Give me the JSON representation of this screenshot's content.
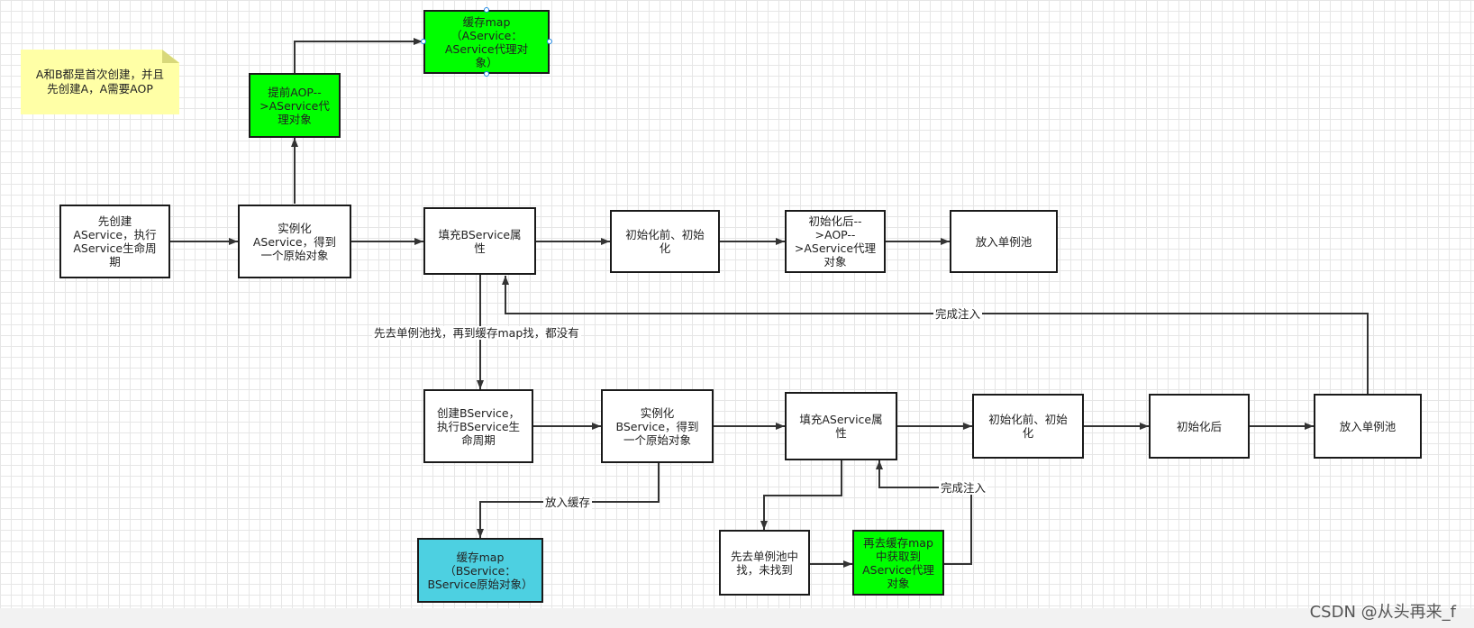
{
  "note": {
    "text": "A和B都是首次创建，并且\n先创建A，A需要AOP"
  },
  "nodes": {
    "create_a": "先创建\nAService，执行\nAService生命周\n期",
    "instantiate_a": "实例化\nAService，得到\n一个原始对象",
    "early_aop": "提前AOP--\n>AService代\n理对象",
    "cache_map_a": "缓存map\n（AService：\nAService代理对\n象）",
    "fill_b_prop": "填充BService属\n性",
    "a_pre_init": "初始化前、初始\n化",
    "a_post_init": "初始化后--\n>AOP--\n>AService代理\n对象",
    "a_singleton": "放入单例池",
    "create_b": "创建BService，\n执行BService生\n命周期",
    "instantiate_b": "实例化\nBService，得到\n一个原始对象",
    "fill_a_prop": "填充AService属\n性",
    "b_pre_init": "初始化前、初始\n化",
    "b_post_init": "初始化后",
    "b_singleton": "放入单例池",
    "cache_map_b": "缓存map\n（BService：\nBService原始对象）",
    "search_singleton": "先去单例池中\n找，未找到",
    "get_from_cache": "再去缓存map\n中获取到\nAService代理\n对象"
  },
  "edge_labels": {
    "search_all": "先去单例池找，再到缓存map找，都没有",
    "inject_done_top": "完成注入",
    "put_cache": "放入缓存",
    "inject_done_bottom": "完成注入"
  },
  "watermark": "CSDN @从头再来_f"
}
